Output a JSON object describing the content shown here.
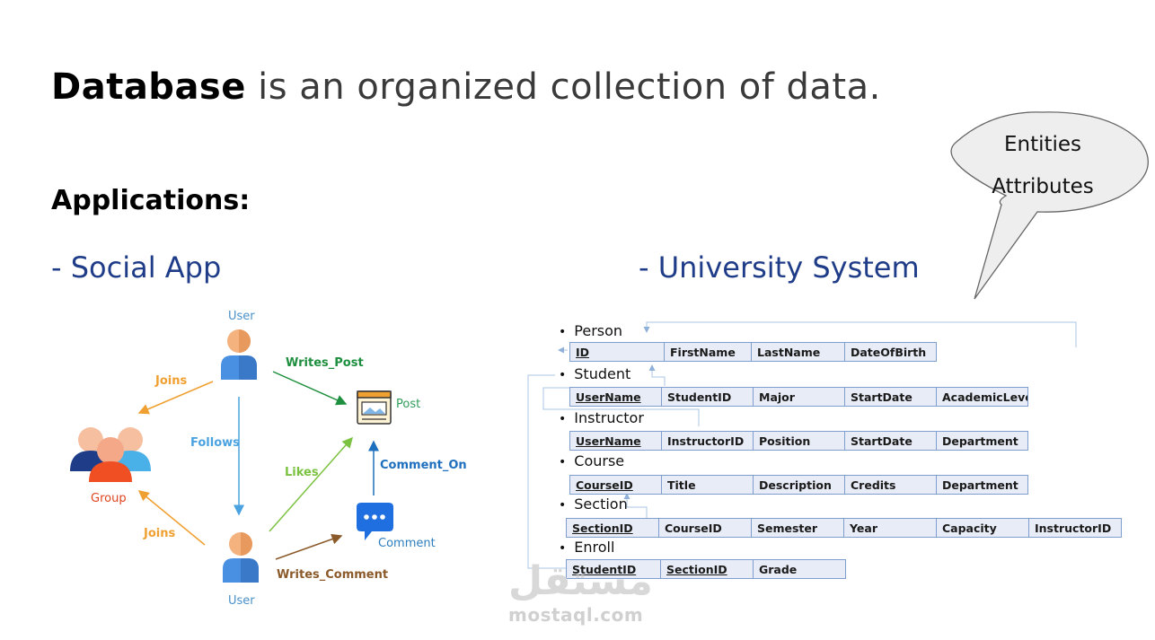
{
  "title": {
    "bold": "Database",
    "rest": " is an organized collection of data."
  },
  "applications": "Applications:",
  "social_heading": "- Social App",
  "university_heading": "- University System",
  "bubble": {
    "line1": "Entities",
    "line2": "Attributes"
  },
  "social": {
    "user_top": "User",
    "user_bottom": "User",
    "group": "Group",
    "post": "Post",
    "comment": "Comment",
    "edges": {
      "joins_top": "Joins",
      "joins_bottom": "Joins",
      "follows": "Follows",
      "writes_post": "Writes_Post",
      "likes": "Likes",
      "comment_on": "Comment_On",
      "writes_comment": "Writes_Comment"
    },
    "colors": {
      "joins": "#f0a030",
      "follows": "#4aa3e0",
      "writes_post": "#1e8f3e",
      "likes": "#7cc242",
      "comment_on": "#1f6fbf",
      "writes_comment": "#8b5a2b"
    }
  },
  "university": {
    "entities": [
      {
        "name": "Person",
        "fields": [
          "ID",
          "FirstName",
          "LastName",
          "DateOfBirth"
        ],
        "pk": [
          0
        ]
      },
      {
        "name": "Student",
        "fields": [
          "UserName",
          "StudentID",
          "Major",
          "StartDate",
          "AcademicLevel"
        ],
        "pk": [
          0
        ]
      },
      {
        "name": "Instructor",
        "fields": [
          "UserName",
          "InstructorID",
          "Position",
          "StartDate",
          "Department"
        ],
        "pk": [
          0
        ]
      },
      {
        "name": "Course",
        "fields": [
          "CourseID",
          "Title",
          "Description",
          "Credits",
          "Department"
        ],
        "pk": [
          0
        ]
      },
      {
        "name": "Section",
        "fields": [
          "SectionID",
          "CourseID",
          "Semester",
          "Year",
          "Capacity",
          "InstructorID"
        ],
        "pk": [
          0
        ]
      },
      {
        "name": "Enroll",
        "fields": [
          "StudentID",
          "SectionID",
          "Grade"
        ],
        "pk": [
          0,
          1
        ]
      }
    ]
  },
  "watermark": {
    "arabic": "مستقل",
    "latin": "mostaql.com"
  }
}
